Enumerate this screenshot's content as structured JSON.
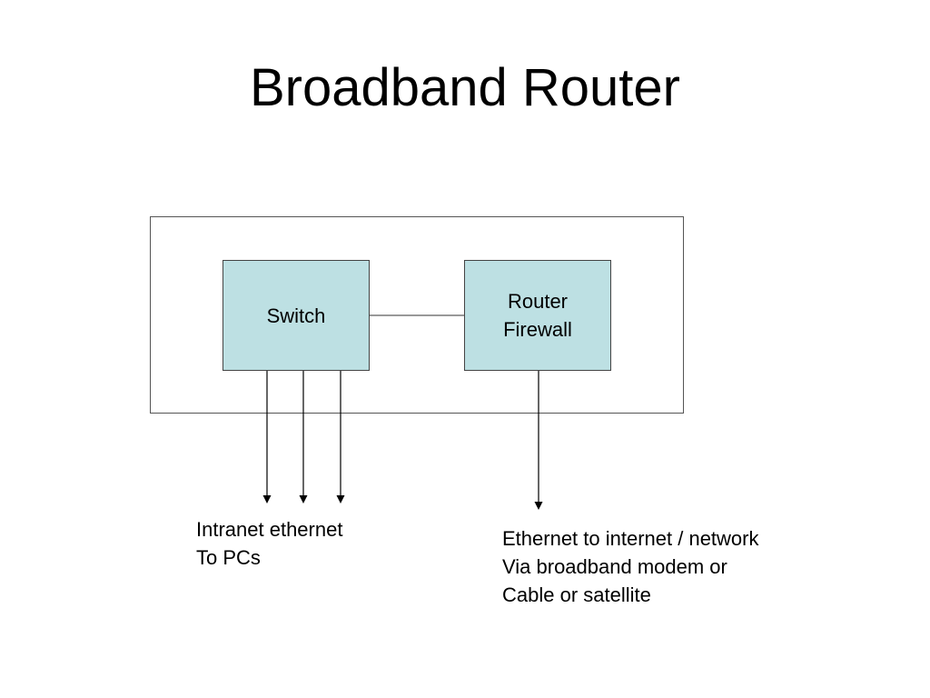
{
  "title": "Broadband Router",
  "nodes": {
    "switch": {
      "label": "Switch"
    },
    "router": {
      "lines": [
        "Router",
        "Firewall"
      ]
    }
  },
  "captions": {
    "intranet": [
      "Intranet ethernet",
      "To PCs"
    ],
    "internet": [
      "Ethernet to internet / network",
      "Via broadband modem or",
      "Cable or satellite"
    ]
  },
  "colors": {
    "node_fill": "#bde0e3",
    "node_border": "#444444",
    "line": "#000000"
  }
}
